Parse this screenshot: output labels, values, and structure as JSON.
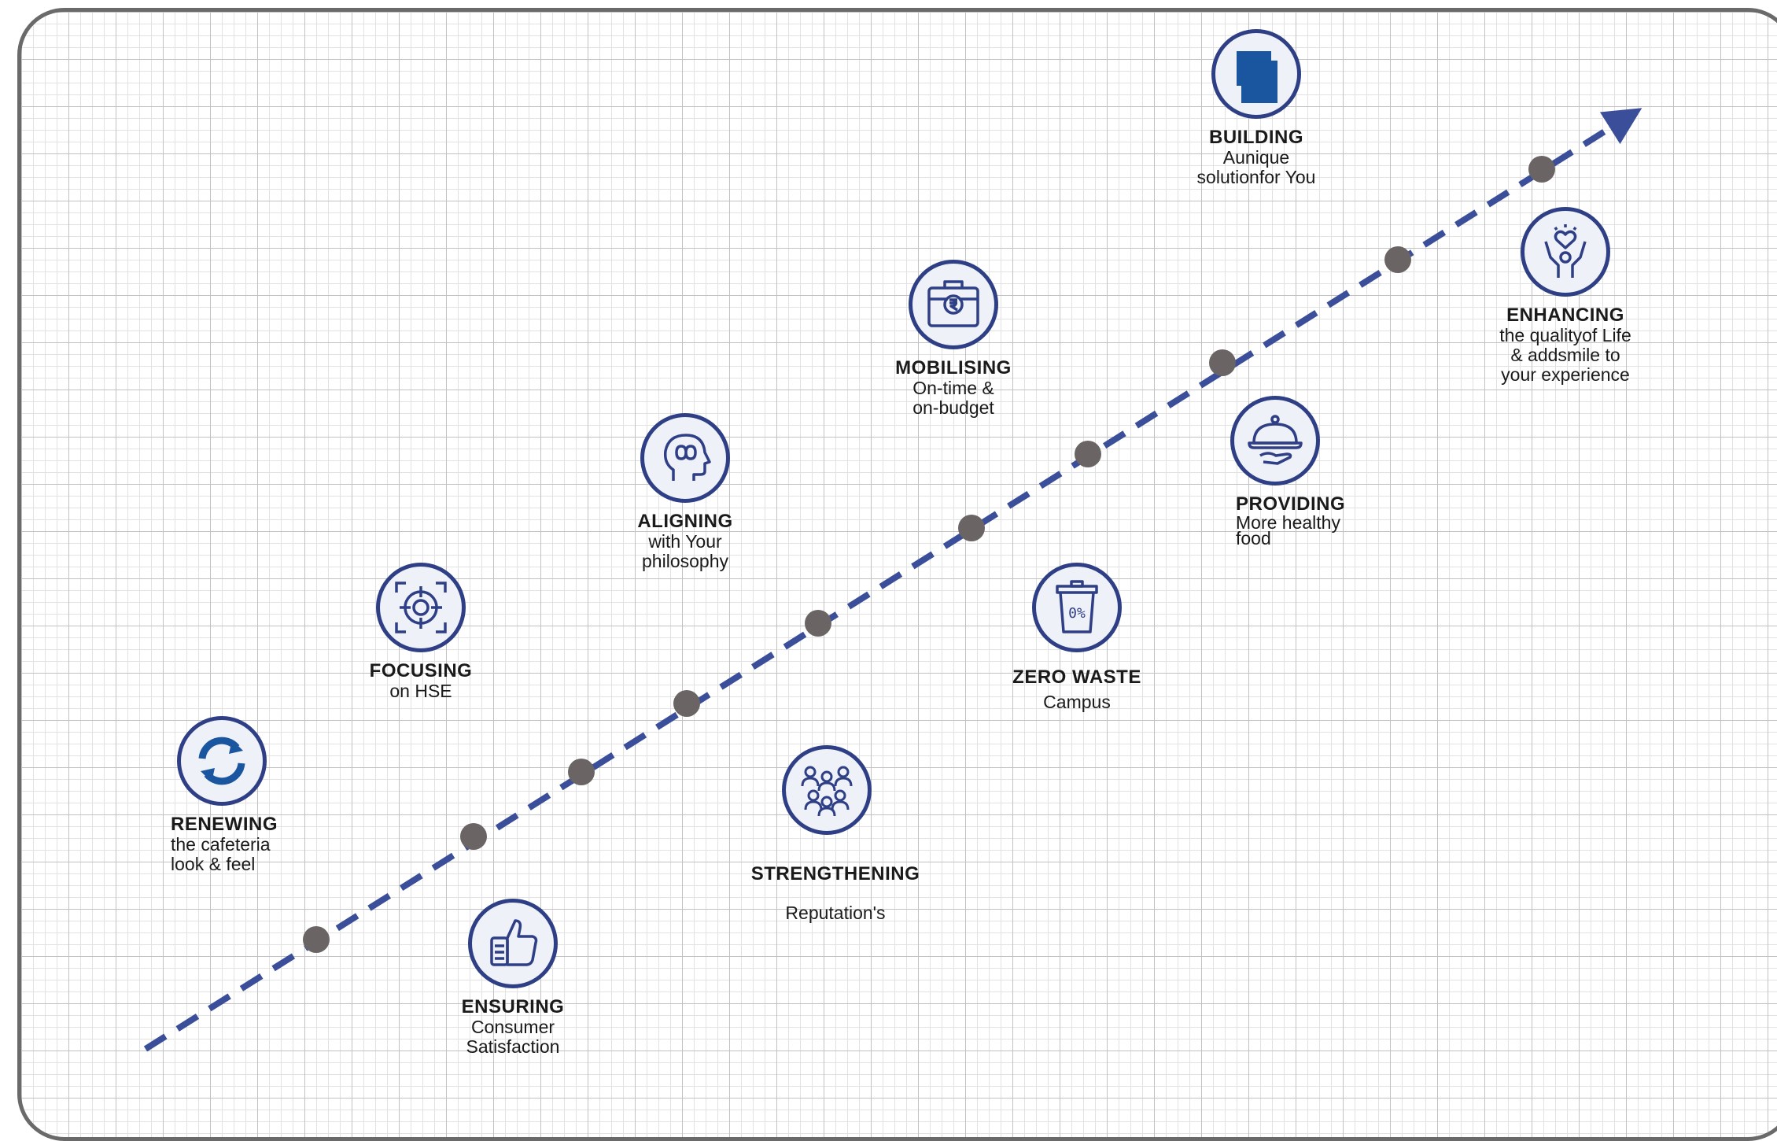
{
  "colors": {
    "accent": "#2f3f86",
    "line": "#3a4e9a",
    "dot": "#6b6464",
    "icon_fill": "#1a56a0"
  },
  "milestones": [
    {
      "id": "renewing",
      "icon": "refresh-icon",
      "title": "RENEWING",
      "desc": "the cafeteria\nlook & feel"
    },
    {
      "id": "ensuring",
      "icon": "thumbs-up-icon",
      "title": "ENSURING",
      "desc": "Consumer\nSatisfaction"
    },
    {
      "id": "focusing",
      "icon": "target-icon",
      "title": "FOCUSING",
      "desc": "on HSE"
    },
    {
      "id": "aligning",
      "icon": "head-infinity-icon",
      "title": "ALIGNING",
      "desc": "with Your\nphilosophy"
    },
    {
      "id": "strengthening",
      "icon": "team-icon",
      "title": "STRENGTHENING",
      "desc": "Reputation's"
    },
    {
      "id": "zero_waste",
      "icon": "bin-icon",
      "title": "ZERO WASTE",
      "desc": "Campus"
    },
    {
      "id": "mobilising",
      "icon": "briefcase-rupee-icon",
      "title": "MOBILISING",
      "desc": "On-time &\non-budget"
    },
    {
      "id": "providing",
      "icon": "food-cloche-icon",
      "title": "PROVIDING",
      "desc": "More healthy\nfood"
    },
    {
      "id": "building",
      "icon": "building-block-icon",
      "title": "BUILDING",
      "desc": "Aunique\nsolutionfor You"
    },
    {
      "id": "enhancing",
      "icon": "heart-person-icon",
      "title": "ENHANCING",
      "desc": "the qualityof Life\n& addsmile to\nyour experience"
    }
  ],
  "bin_label": "0%"
}
